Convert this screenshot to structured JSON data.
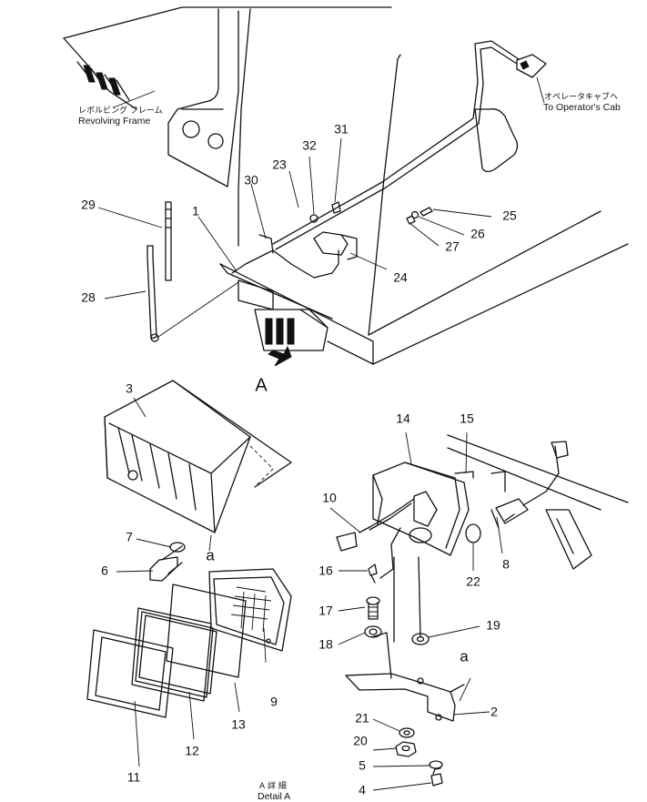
{
  "annotations": {
    "revolving_frame_jp": "レボルビング フレーム",
    "revolving_frame_en": "Revolving Frame",
    "operator_cab_jp": "オペレータキャブヘ",
    "operator_cab_en": "To Operator's Cab",
    "detail_jp": "A 詳 細",
    "detail_en": "Detail A"
  },
  "view_marks": {
    "view_arrow": "A",
    "ref_upper": "a",
    "ref_lower": "a"
  },
  "part_numbers": [
    "1",
    "2",
    "3",
    "4",
    "5",
    "6",
    "7",
    "8",
    "9",
    "10",
    "11",
    "12",
    "13",
    "14",
    "15",
    "16",
    "17",
    "18",
    "19",
    "20",
    "21",
    "22",
    "23",
    "24",
    "25",
    "26",
    "27",
    "28",
    "29",
    "30",
    "31",
    "32"
  ]
}
